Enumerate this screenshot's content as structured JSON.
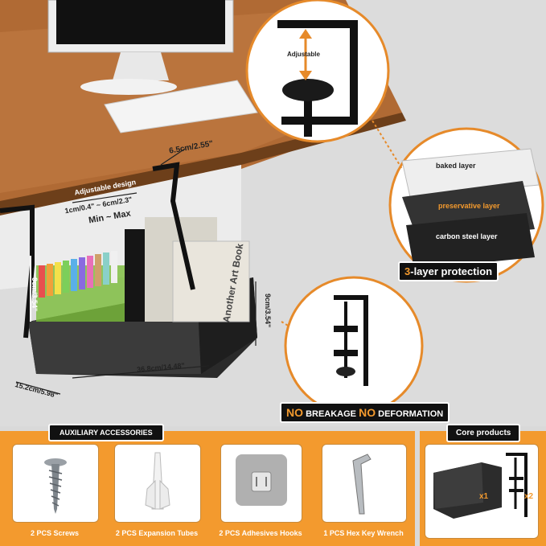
{
  "callouts": {
    "adjustable": "Adjustable",
    "adjustable_design": "Adjustable design",
    "range": "1cm/0.4\" ~ 6cm/2.3\"",
    "min_max": "Min ~ Max",
    "clamp_depth": "6.5cm/2.55\"",
    "inner_height": "9cm/3.54\"",
    "outer_height": "9cm/3.54\"",
    "length": "36.8cm/14.48\"",
    "width": "15.2cm/5.98\""
  },
  "layers": {
    "baked": "baked layer",
    "preservative": "preservative layer",
    "carbon": "carbon steel layer",
    "protection_number": "3",
    "protection_text": "-layer protection"
  },
  "claims": {
    "no1": "NO",
    "breakage": "BREAKAGE",
    "no2": "NO",
    "deformation": "DEFORMATION"
  },
  "accessories": {
    "title": "AUXILIARY ACCESSORIES",
    "items": [
      {
        "label": "2 PCS Screws",
        "icon": "screw-icon"
      },
      {
        "label": "2 PCS  Expansion Tubes",
        "icon": "expansion-tube-icon"
      },
      {
        "label": "2 PCS  Adhesives Hooks",
        "icon": "adhesive-hook-icon"
      },
      {
        "label": "1 PCS Hex Key Wrench",
        "icon": "hex-key-icon"
      }
    ]
  },
  "core": {
    "title": "Core products",
    "basket_qty": "x1",
    "clamp_qty": "x2"
  },
  "book_title": "Another Art Book",
  "colors": {
    "orange": "#f39a2e",
    "dark": "#111111",
    "wood": "#b5723a"
  }
}
